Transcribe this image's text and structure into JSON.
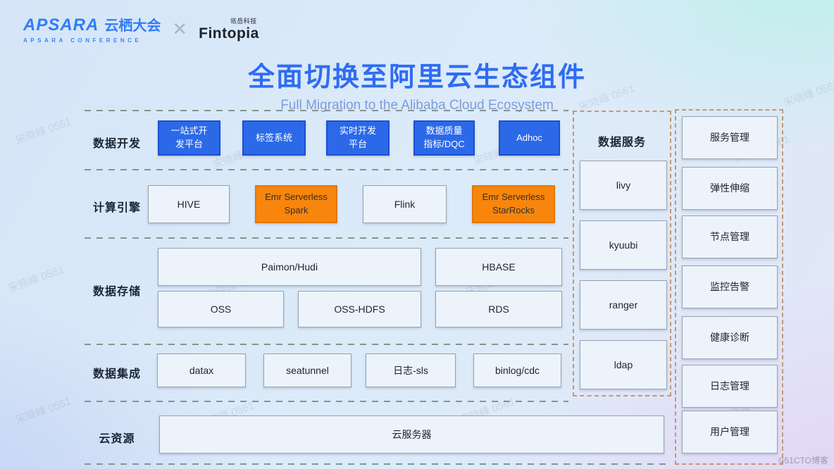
{
  "header": {
    "apsara_logo": {
      "brand": "APSARA",
      "cn": "云栖大会",
      "sub": "APSARA CONFERENCE"
    },
    "separator": "✕",
    "fintopia_logo": {
      "cn": "瓴岳科技",
      "brand": "Fintopia"
    }
  },
  "title": {
    "cn": "全面切换至阿里云生态组件",
    "en": "Full Migration to the Alibaba Cloud Ecosystem"
  },
  "colors": {
    "accent_blue": "#2b69e8",
    "accent_orange": "#f8860c",
    "light_node_fill": "#ecf3fb",
    "title_blue": "#2e6cf4",
    "subtitle_blue": "#7e9cda",
    "left_dash": "#85968c",
    "right_dash": "#c29974"
  },
  "diagram": {
    "row_labels": [
      "数据开发",
      "计算引擎",
      "数据存储",
      "数据集成",
      "云资源"
    ],
    "dev": {
      "onestop": "一站式开\n发平台",
      "tag": "标签系统",
      "realtime": "实时开发\n平台",
      "dqc": "数据质量\n指标/DQC",
      "adhoc": "Adhoc"
    },
    "compute": {
      "hive": "HIVE",
      "spark": "Emr Serverless\nSpark",
      "flink": "Flink",
      "starrocks": "Emr Serverless\nStarRocks"
    },
    "storage": {
      "paimon": "Paimon/Hudi",
      "hbase": "HBASE",
      "oss": "OSS",
      "osshdfs": "OSS-HDFS",
      "rds": "RDS"
    },
    "integration": {
      "datax": "datax",
      "seatunnel": "seatunnel",
      "sls": "日志-sls",
      "binlog": "binlog/cdc"
    },
    "cloud": {
      "ecs": "云服务器"
    },
    "data_service": {
      "title": "数据服务",
      "livy": "livy",
      "kyuubi": "kyuubi",
      "ranger": "ranger",
      "ldap": "ldap"
    },
    "management": {
      "items": [
        "服务管理",
        "弹性伸缩",
        "节点管理",
        "监控告警",
        "健康诊断",
        "日志管理",
        "用户管理"
      ]
    }
  },
  "watermark": {
    "text": "宋晓峰 0561",
    "footer": "©51CTO博客"
  }
}
